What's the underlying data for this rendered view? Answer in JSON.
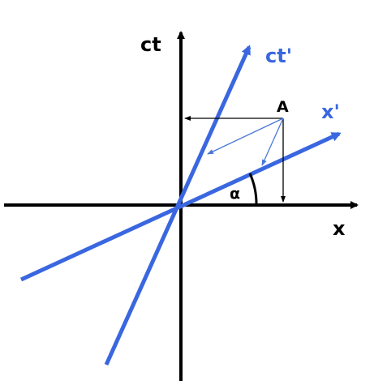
{
  "diagram": {
    "labels": {
      "ct": "ct",
      "x": "x",
      "ct_prime": "ct'",
      "x_prime": "x'",
      "point": "A",
      "angle": "α"
    },
    "colors": {
      "axes": "#000000",
      "primed_axes": "#3a67e0",
      "projection_thin": "#4a78d8",
      "projection_black": "#000000"
    }
  }
}
